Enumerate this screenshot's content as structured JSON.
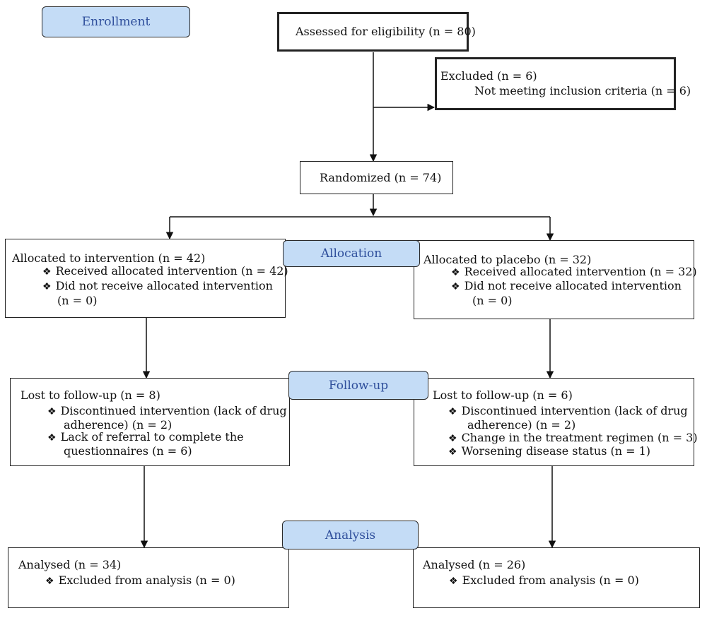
{
  "stages": {
    "enrollment": "Enrollment",
    "allocation": "Allocation",
    "follow_up": "Follow-up",
    "analysis": "Analysis"
  },
  "assessed": "Assessed for eligibility (n = 80)",
  "excluded": {
    "title": "Excluded (n = 6)",
    "reason": "Not meeting inclusion criteria (n = 6)"
  },
  "randomized": "Randomized (n = 74)",
  "intervention": {
    "allocated": "Allocated to intervention (n = 42)",
    "received": "Received allocated intervention (n = 42)",
    "not_received": "Did not receive allocated intervention",
    "not_received_n": "(n = 0)",
    "lost": "Lost to follow-up (n = 8)",
    "lost_reasons": [
      {
        "line1": "Discontinued intervention (lack of drug",
        "line2": "adherence) (n = 2)"
      },
      {
        "line1": "Lack of referral to complete the",
        "line2": "questionnaires (n = 6)"
      }
    ],
    "analysed": "Analysed (n = 34)",
    "excluded_analysis": "Excluded from analysis (n = 0)"
  },
  "placebo": {
    "allocated": "Allocated to placebo (n = 32)",
    "received": "Received allocated intervention (n = 32)",
    "not_received": "Did not receive allocated intervention",
    "not_received_n": "(n = 0)",
    "lost": "Lost to follow-up (n = 6)",
    "lost_reasons": [
      {
        "line1": "Discontinued intervention (lack of drug",
        "line2": "adherence) (n = 2)"
      },
      {
        "line1": "Change in the treatment regimen (n = 3)"
      },
      {
        "line1": "Worsening disease status (n = 1)"
      }
    ],
    "analysed": "Analysed (n = 26)",
    "excluded_analysis": "Excluded from analysis (n = 0)"
  }
}
